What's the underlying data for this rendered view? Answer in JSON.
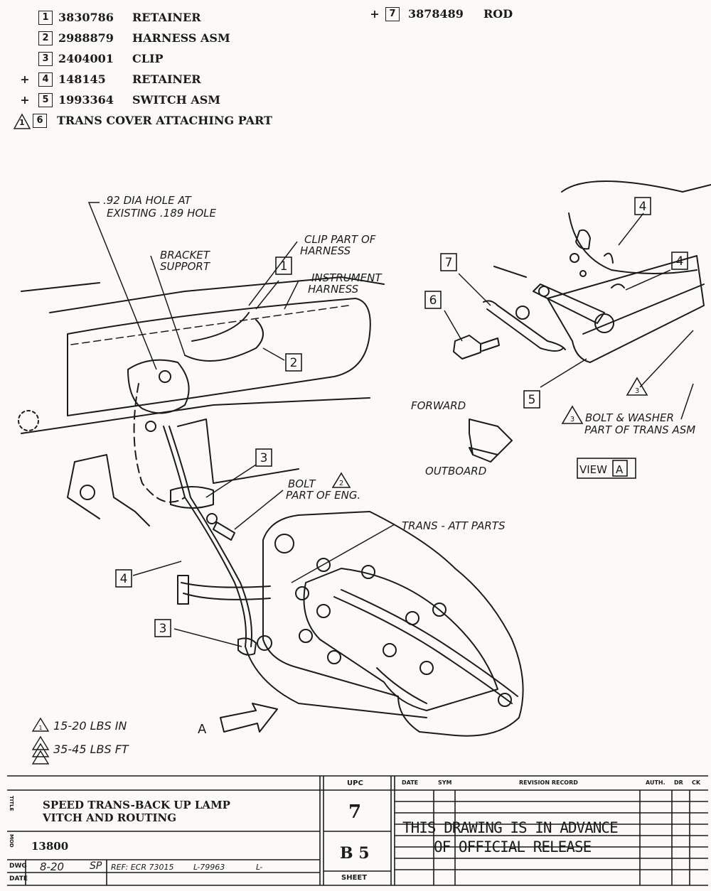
{
  "parts_list": [
    {
      "plus": "",
      "num": "1",
      "part_no": "3830786",
      "name": "RETAINER"
    },
    {
      "plus": "",
      "num": "2",
      "part_no": "2988879",
      "name": "HARNESS ASM"
    },
    {
      "plus": "",
      "num": "3",
      "part_no": "2404001",
      "name": "CLIP"
    },
    {
      "plus": "+",
      "num": "4",
      "part_no": "148145",
      "name": "RETAINER"
    },
    {
      "plus": "+",
      "num": "5",
      "part_no": "1993364",
      "name": "SWITCH ASM"
    }
  ],
  "part_6": {
    "triangle": "1",
    "num": "6",
    "text": "TRANS COVER ATTACHING PART"
  },
  "part_7": {
    "plus": "+",
    "num": "7",
    "part_no": "3878489",
    "name": "ROD"
  },
  "callouts": {
    "hole_line1": ".92 DIA HOLE AT",
    "hole_line2": "EXISTING .189 HOLE",
    "bracket_line1": "BRACKET",
    "bracket_line2": "SUPPORT",
    "clip_line1": "CLIP PART OF",
    "clip_line2": "HARNESS",
    "instr_line1": "INSTRUMENT",
    "instr_line2": "HARNESS",
    "bolt_line1": "BOLT",
    "bolt_triangle": "2",
    "bolt_line2": "PART OF ENG.",
    "trans_att": "TRANS - ATT PARTS",
    "forward": "FORWARD",
    "outboard": "OUTBOARD",
    "bolt_washer_line1": "BOLT & WASHER",
    "bolt_washer_line2": "PART OF TRANS ASM",
    "view": "VIEW",
    "view_letter": "A",
    "arrow_a": "A"
  },
  "torque_notes": [
    {
      "triangles": "1",
      "text": "15-20 LBS IN"
    },
    {
      "triangles": "2 3 4",
      "text": "35-45 LBS FT"
    }
  ],
  "title_block": {
    "upc_label": "UPC",
    "upc_value": "7",
    "group": "B 5",
    "sheet_label": "SHEET",
    "title_side": "TITLE",
    "title_line1": "SPEED TRANS-BACK UP LAMP",
    "title_line2": "VITCH AND ROUTING",
    "model_side": "MOD",
    "model": "13800",
    "dwg_label": "DWG",
    "date_label": "DATE",
    "dwg_date": "8-20",
    "initials": "SP",
    "ref": "REF: ECR 73015",
    "ref2": "L-79963",
    "ref3": "L-",
    "rev_date": "DATE",
    "rev_sym": "SYM",
    "rev_record": "REVISION RECORD",
    "rev_auth": "AUTH.",
    "rev_dr": "DR",
    "rev_ck": "CK",
    "stamp_line1": "THIS DRAWING IS IN ADVANCE",
    "stamp_line2": "OF OFFICIAL RELEASE"
  }
}
